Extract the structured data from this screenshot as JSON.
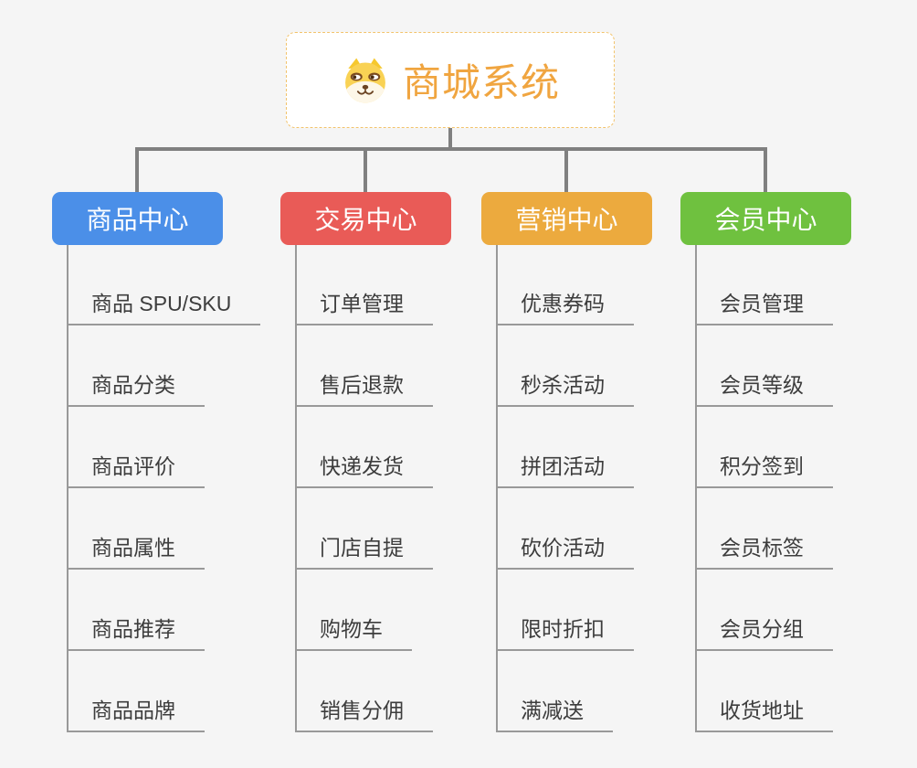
{
  "root": {
    "title": "商城系统",
    "icon": "shiba-dog-icon"
  },
  "branches": [
    {
      "label": "商品中心",
      "color": "#4b8fe8",
      "children": [
        "商品 SPU/SKU",
        "商品分类",
        "商品评价",
        "商品属性",
        "商品推荐",
        "商品品牌"
      ]
    },
    {
      "label": "交易中心",
      "color": "#e95b57",
      "children": [
        "订单管理",
        "售后退款",
        "快递发货",
        "门店自提",
        "购物车",
        "销售分佣"
      ]
    },
    {
      "label": "营销中心",
      "color": "#ecaa3e",
      "children": [
        "优惠券码",
        "秒杀活动",
        "拼团活动",
        "砍价活动",
        "限时折扣",
        "满减送"
      ]
    },
    {
      "label": "会员中心",
      "color": "#6fc13f",
      "children": [
        "会员管理",
        "会员等级",
        "积分签到",
        "会员标签",
        "会员分组",
        "收货地址"
      ]
    }
  ],
  "colors": {
    "background": "#f5f5f5",
    "connector": "#808080",
    "leaf_line": "#999999",
    "leaf_text": "#3d3d3d",
    "root_title": "#f0a540",
    "root_border": "#f2c36b"
  }
}
